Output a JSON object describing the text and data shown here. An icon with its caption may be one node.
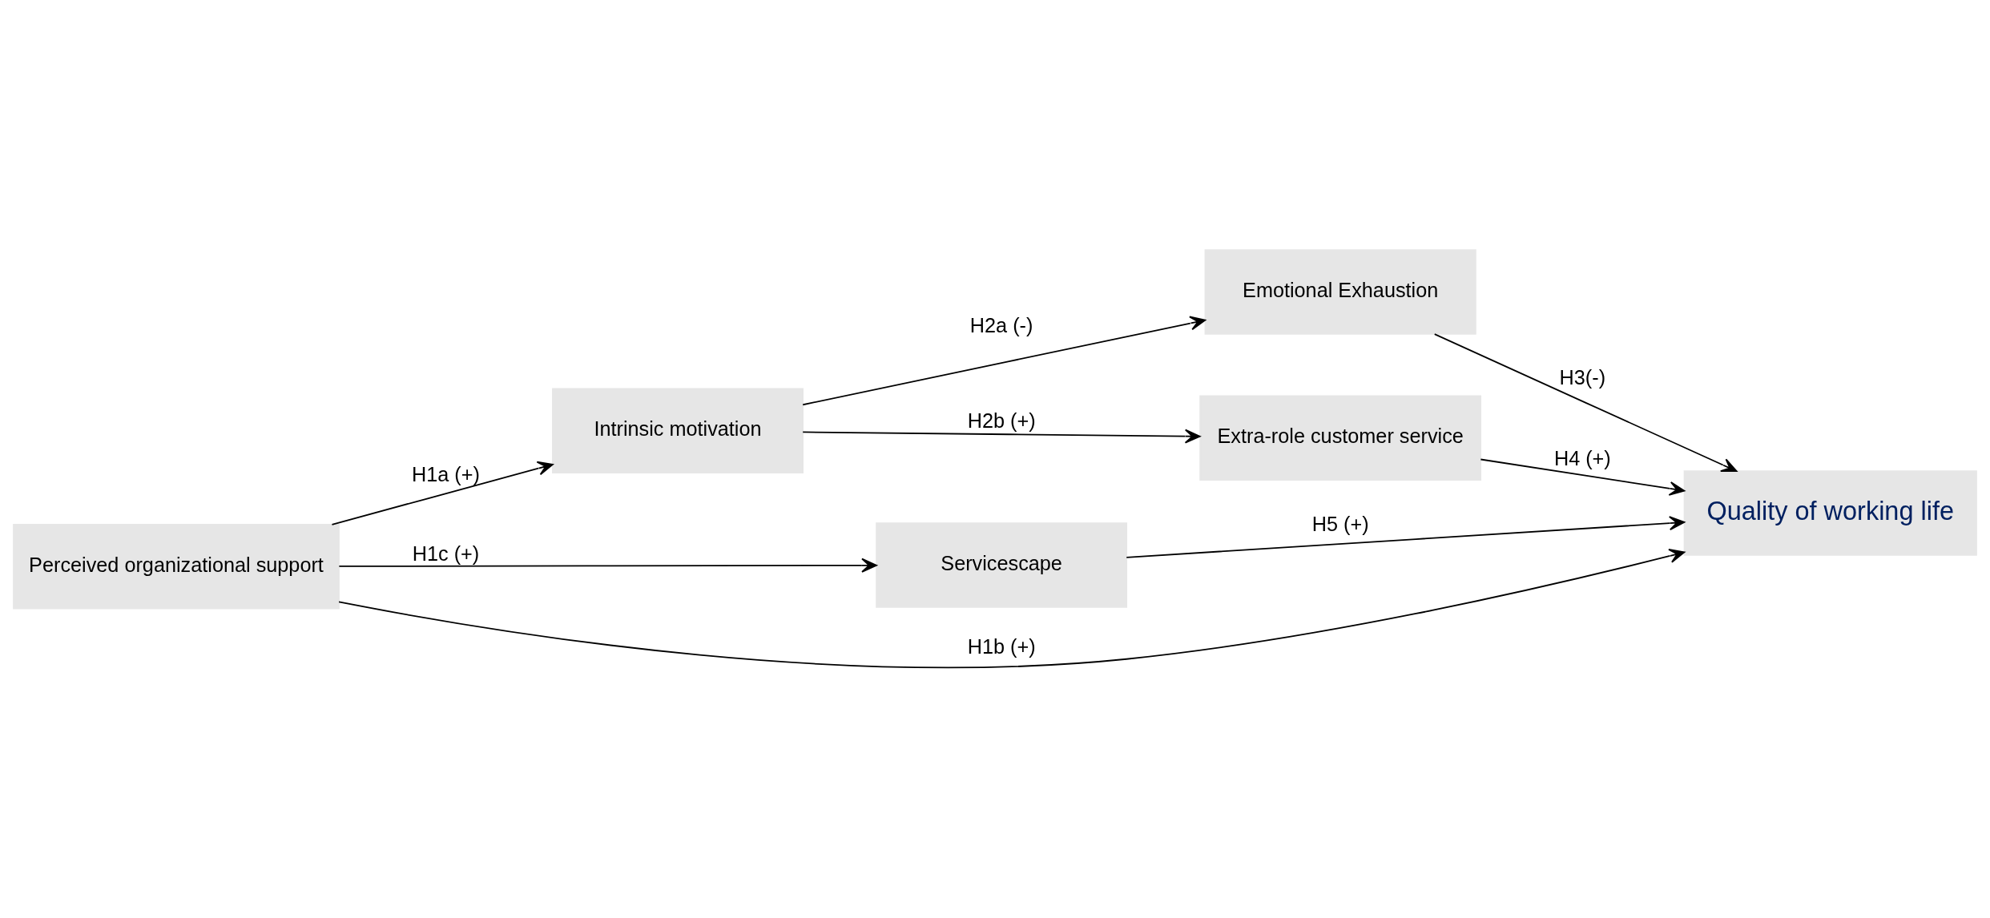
{
  "diagram": {
    "nodes": [
      {
        "text": [
          "Perceived organizational support"
        ]
      },
      {
        "text": [
          "Intrinsic motivation"
        ]
      },
      {
        "text": [
          "Emotional Exhaustion"
        ]
      },
      {
        "text": [
          "Extra-role customer service"
        ]
      },
      {
        "text": [
          "Servicescape"
        ]
      },
      {
        "text": [
          "Quality of working life"
        ]
      }
    ],
    "edges": [
      {
        "from": 0,
        "to": 1,
        "arrow": "to",
        "label": "H1a (+)"
      },
      {
        "from": 0,
        "to": 5,
        "arrow": "to",
        "label": "H1b (+)"
      },
      {
        "from": 0,
        "to": 4,
        "arrow": "to",
        "label": "H1c (+)"
      },
      {
        "from": 1,
        "to": 2,
        "arrow": "to",
        "label": "H2a (-)"
      },
      {
        "from": 1,
        "to": 3,
        "arrow": "to",
        "label": "H2b (+)"
      },
      {
        "from": 2,
        "to": 5,
        "arrow": "to",
        "label": "H3(-)"
      },
      {
        "from": 3,
        "to": 5,
        "arrow": "to",
        "label": "H4 (+)"
      },
      {
        "from": 4,
        "to": 5,
        "arrow": "to",
        "label": "H5 (+)"
      }
    ]
  }
}
